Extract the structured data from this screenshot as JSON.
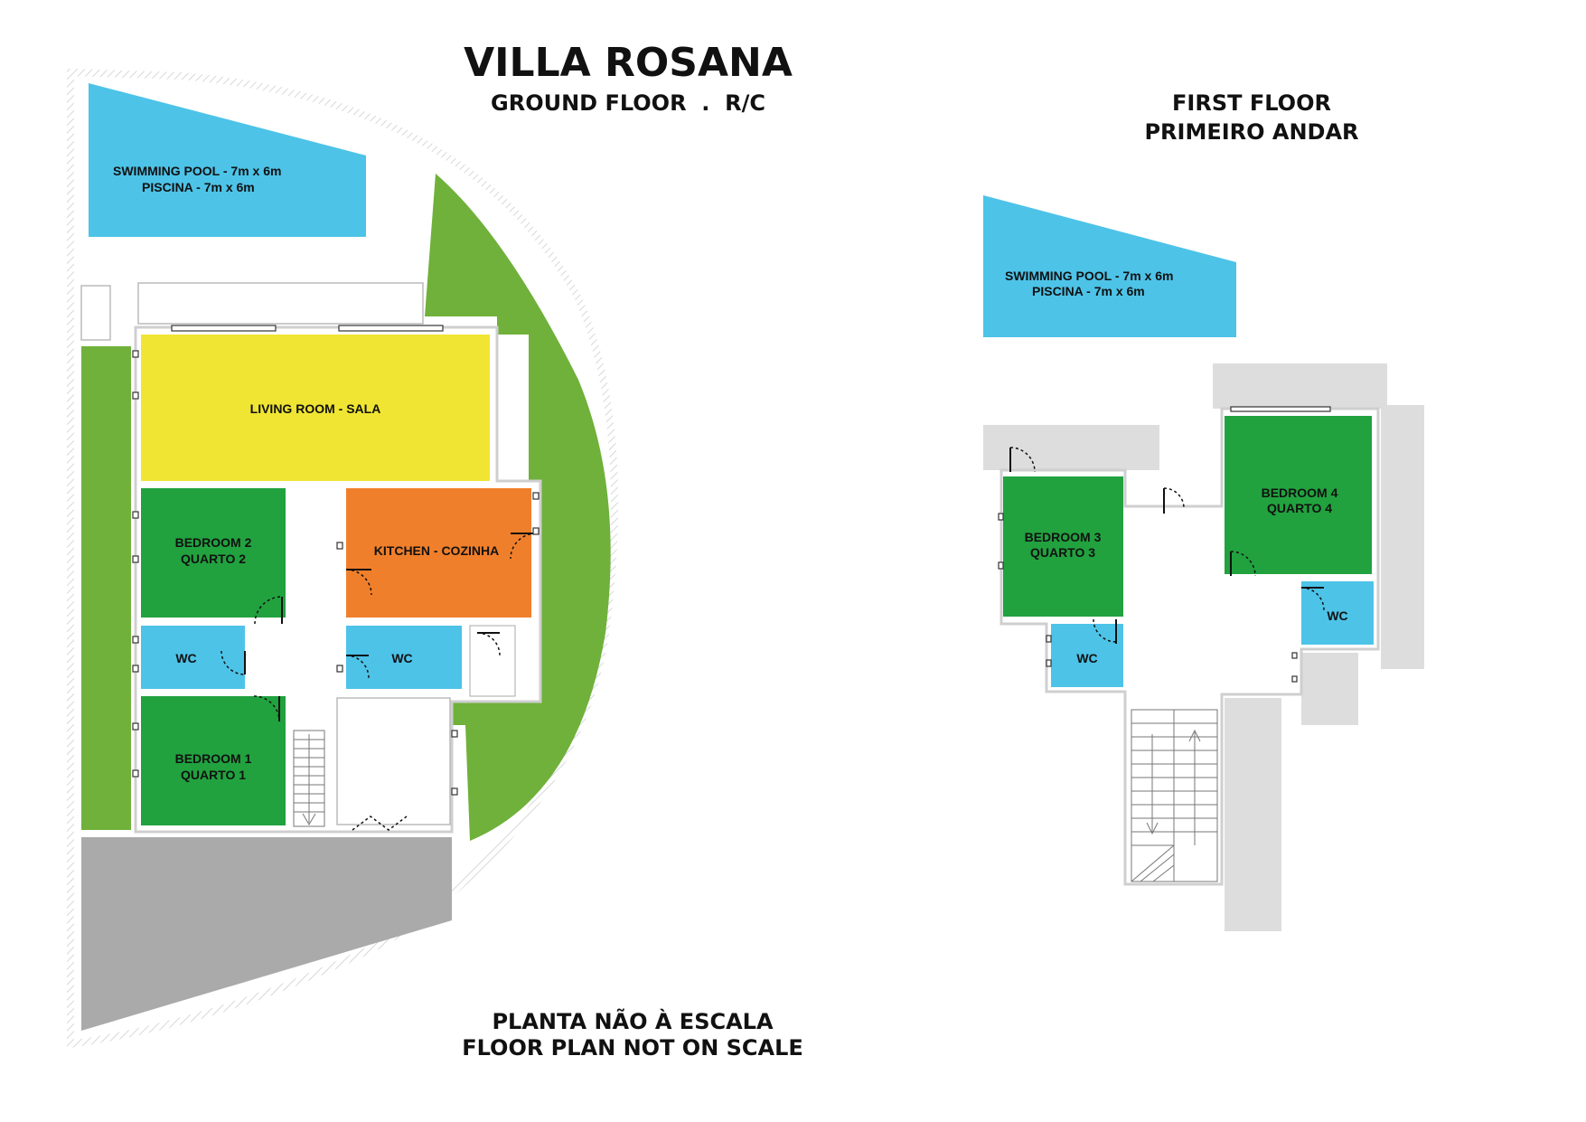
{
  "header": {
    "title": "VILLA ROSANA",
    "ground_subtitle": "GROUND FLOOR  .  R/C",
    "first_floor_line1": "FIRST FLOOR",
    "first_floor_line2": "PRIMEIRO ANDAR"
  },
  "footer": {
    "line1": "PLANTA NÃO À ESCALA",
    "line2": "FLOOR PLAN NOT ON SCALE"
  },
  "ground_floor": {
    "pool": {
      "line1": "SWIMMING POOL - 7m x 6m",
      "line2": "PISCINA - 7m x 6m"
    },
    "living_room": "LIVING ROOM - SALA",
    "bedroom2": {
      "line1": "BEDROOM 2",
      "line2": "QUARTO 2"
    },
    "kitchen": "KITCHEN - COZINHA",
    "wc_left": "WC",
    "wc_right": "WC",
    "bedroom1": {
      "line1": "BEDROOM 1",
      "line2": "QUARTO 1"
    }
  },
  "first_floor": {
    "pool": {
      "line1": "SWIMMING POOL - 7m x 6m",
      "line2": "PISCINA - 7m x 6m"
    },
    "bedroom3": {
      "line1": "BEDROOM 3",
      "line2": "QUARTO 3"
    },
    "bedroom4": {
      "line1": "BEDROOM 4",
      "line2": "QUARTO 4"
    },
    "wc_left": "WC",
    "wc_right": "WC"
  },
  "colors": {
    "pool": "#4dc3e8",
    "living": "#f0e532",
    "bedroom": "#21a23f",
    "kitchen": "#f07f2b",
    "wc": "#4dc3e8",
    "garden": "#6fb13a",
    "parking": "#aaaaaa",
    "terrace": "#dddddd"
  }
}
